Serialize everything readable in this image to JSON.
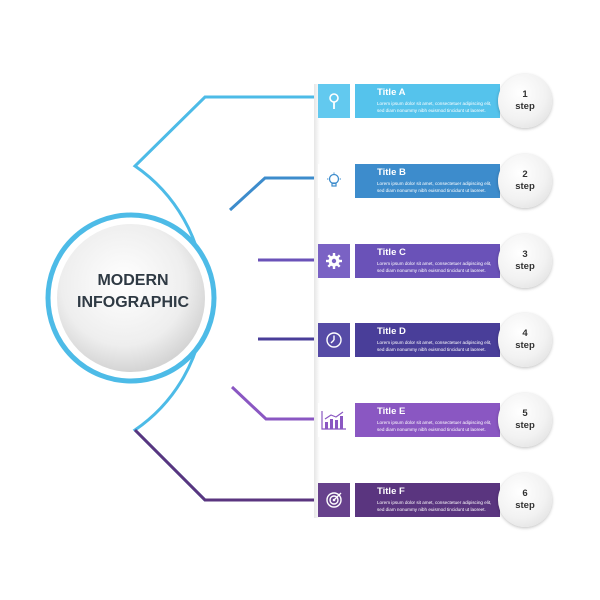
{
  "center": {
    "line1": "MODERN",
    "line2": "INFOGRAPHIC"
  },
  "lorem_line1": "Lorem ipsum dolor sit amet, consectetuer adipiscing elit,",
  "lorem_line2": "sed diam nonummy nibh euismod tincidunt ut laoreet.",
  "steps": [
    {
      "title": "Title A",
      "num": "1",
      "word": "step",
      "icon": "magnifier-icon",
      "color": "#55c3ec",
      "light": "#62c9ef"
    },
    {
      "title": "Title B",
      "num": "2",
      "word": "step",
      "icon": "lightbulb-icon",
      "color": "#3d8ccc",
      "light": "#4a97d4"
    },
    {
      "title": "Title C",
      "num": "3",
      "word": "step",
      "icon": "gear-icon",
      "color": "#6a52b8",
      "light": "#7a62c4"
    },
    {
      "title": "Title D",
      "num": "4",
      "word": "step",
      "icon": "clock-icon",
      "color": "#493e99",
      "light": "#564ba6"
    },
    {
      "title": "Title E",
      "num": "5",
      "word": "step",
      "icon": "chart-icon",
      "color": "#8a57c2",
      "light": "#9765cd"
    },
    {
      "title": "Title F",
      "num": "6",
      "word": "step",
      "icon": "target-icon",
      "color": "#5a357f",
      "light": "#67418c"
    }
  ]
}
